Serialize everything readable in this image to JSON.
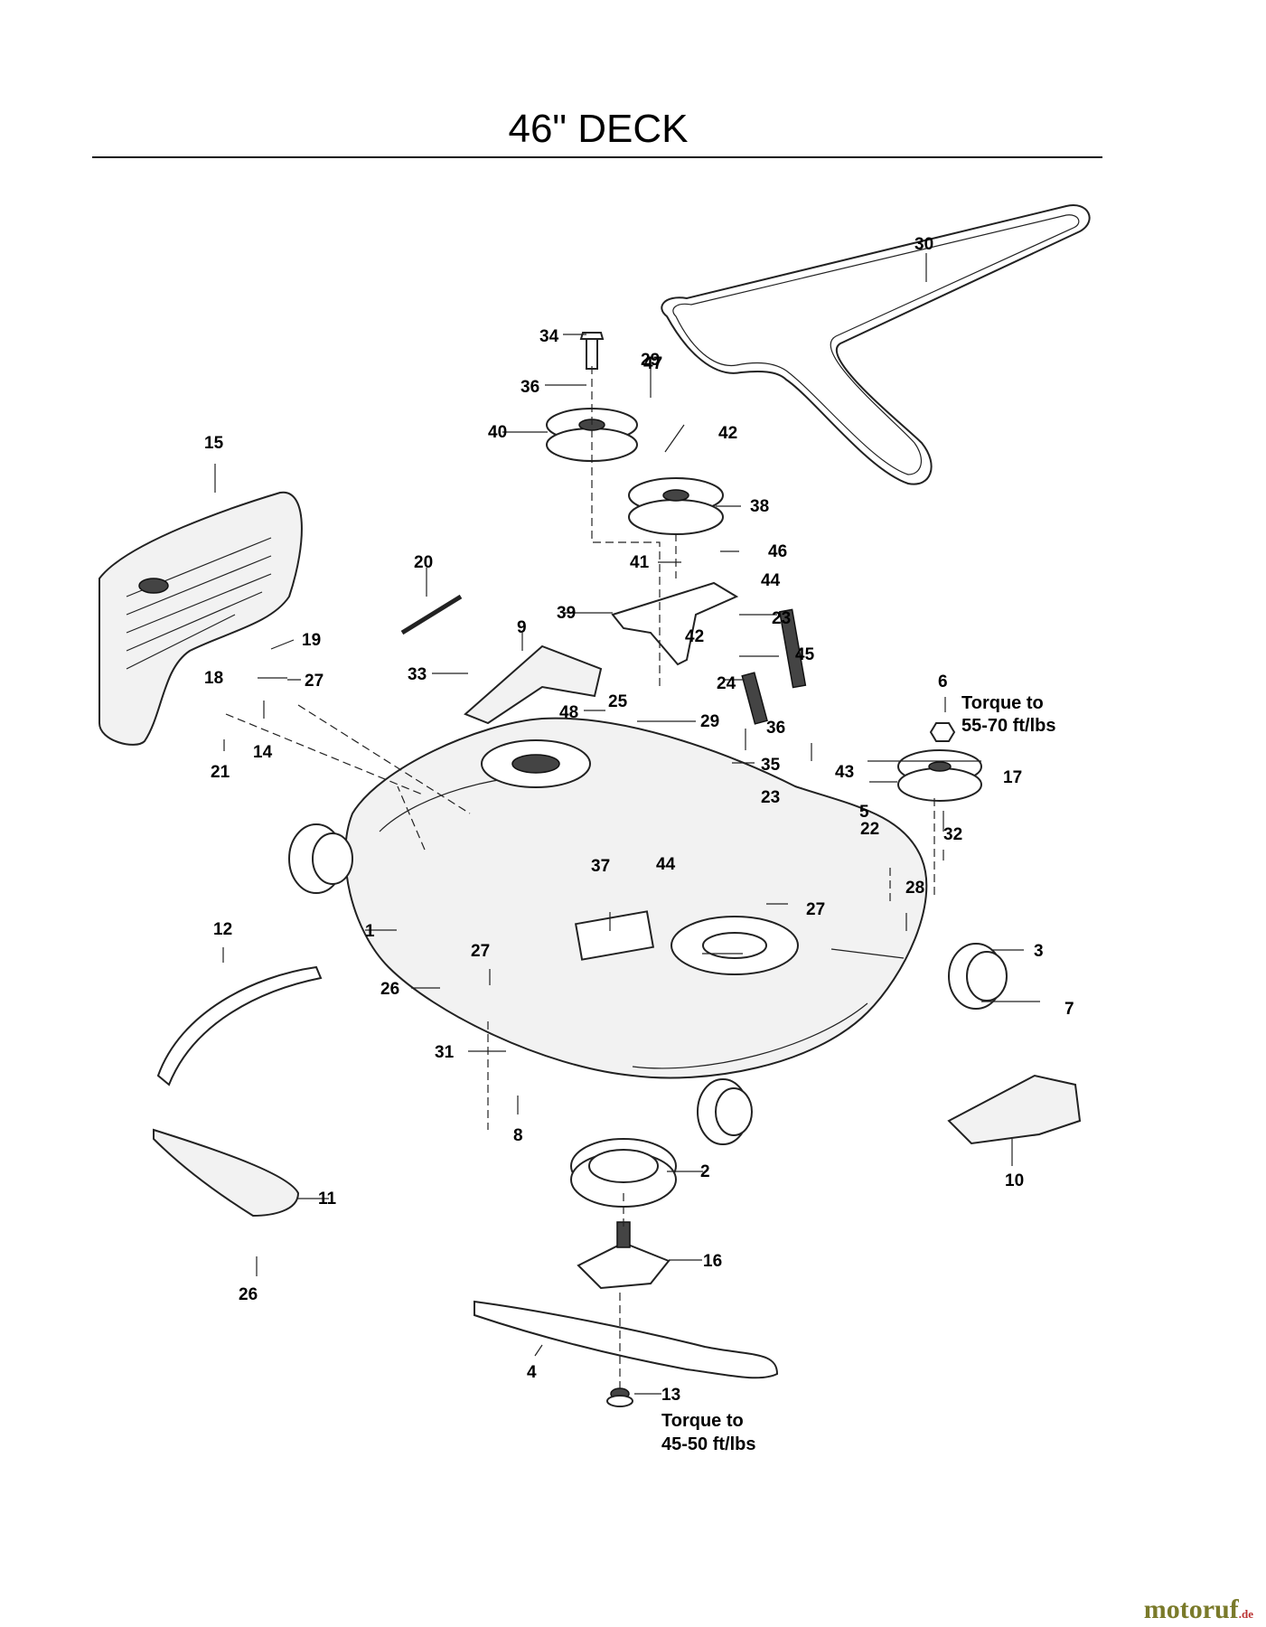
{
  "title": "46\" DECK",
  "watermark": {
    "name": "motoruf",
    "suffix": ".de"
  },
  "torque_notes": {
    "pulley": [
      "Torque to",
      "55-70 ft/lbs"
    ],
    "blade": [
      "Torque to",
      "45-50 ft/lbs"
    ]
  },
  "callouts": [
    "30",
    "34",
    "36",
    "47",
    "29",
    "40",
    "42",
    "38",
    "41",
    "46",
    "44",
    "39",
    "23",
    "42",
    "45",
    "24",
    "25",
    "15",
    "20",
    "9",
    "19",
    "18",
    "27",
    "33",
    "48",
    "29",
    "6",
    "36",
    "14",
    "21",
    "35",
    "23",
    "43",
    "17",
    "5",
    "22",
    "32",
    "37",
    "44",
    "27",
    "28",
    "1",
    "12",
    "27",
    "26",
    "3",
    "7",
    "31",
    "8",
    "10",
    "2",
    "11",
    "16",
    "26",
    "4",
    "13"
  ],
  "colors": {
    "line": "#222222",
    "background": "#ffffff"
  }
}
